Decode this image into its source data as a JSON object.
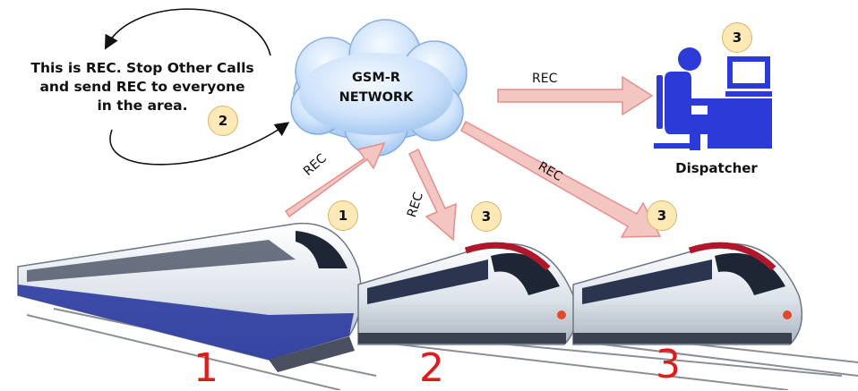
{
  "network": {
    "line1": "GSM-R",
    "line2": "NETWORK"
  },
  "note": {
    "line1": "This is REC. Stop Other Calls",
    "line2": "and send REC to everyone",
    "line3": "in the area."
  },
  "arrow_label": "REC",
  "dispatcher": {
    "label": "Dispatcher"
  },
  "badges": {
    "step1": "1",
    "step2": "2",
    "step3_dispatcher": "3",
    "step3_train2": "3",
    "step3_train3": "3"
  },
  "trains": {
    "train1": "1",
    "train2": "2",
    "train3": "3"
  },
  "colors": {
    "arrow_fill": "#f4c6c2",
    "arrow_stroke": "#e58e8c",
    "badge_fill": "#fde9b6",
    "dispatcher_blue": "#2c3bd8",
    "train_number": "#e01b1b",
    "cloud_light": "#eaf4ff",
    "cloud_dark": "#9fc4ee"
  }
}
